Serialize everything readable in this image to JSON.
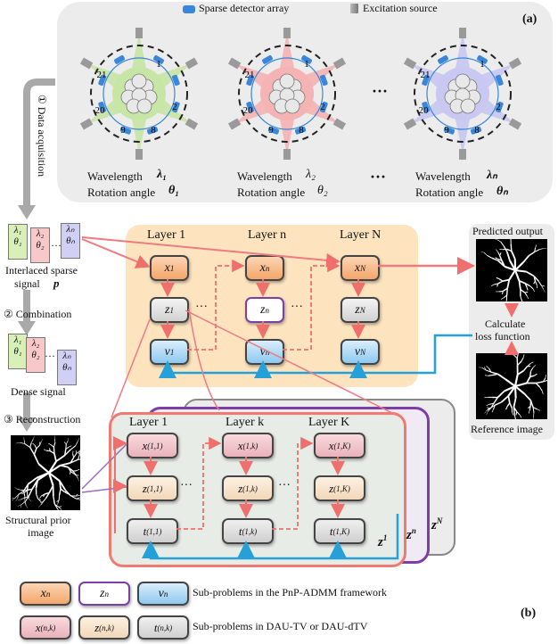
{
  "panel_a": {
    "label": "(a)",
    "legend_detector": "Sparse detector array",
    "legend_source": "Excitation source",
    "ellipsis": "···",
    "views": [
      {
        "wavelength_label": "Wavelength",
        "lambda": "λ₁",
        "rotation_label": "Rotation angle",
        "theta": "θ₁",
        "numbers": [
          "21",
          "1",
          "20",
          "2",
          "9",
          "8"
        ],
        "color": "#c7e6a6"
      },
      {
        "wavelength_label": "Wavelength",
        "lambda": "λ₂",
        "rotation_label": "Rotation angle",
        "theta": "θ₂",
        "numbers": [
          "21",
          "1",
          "20",
          "2",
          "9",
          "8"
        ],
        "color": "#f5b3b3"
      },
      {
        "wavelength_label": "Wavelength",
        "lambda": "λₙ",
        "rotation_label": "Rotation angle",
        "theta": "θₙ",
        "numbers": [
          "21",
          "1",
          "20",
          "2",
          "9",
          "8"
        ],
        "color": "#c8c8f2"
      }
    ]
  },
  "steps": {
    "data_acquisition": "① Data acquisition",
    "interlaced_line1": "Interlaced sparse",
    "interlaced_line2": "signal",
    "interlaced_var": "p",
    "combination": "② Combination",
    "dense_signal": "Dense signal",
    "reconstruction": "③ Reconstruction",
    "prior_line1": "Structural prior",
    "prior_line2": "image"
  },
  "signals": [
    {
      "l": "λ₁",
      "t": "θ₁",
      "color": "#d8f0b8"
    },
    {
      "l": "λ₂",
      "t": "θ₂",
      "color": "#f8c8c8"
    },
    {
      "l": "λₙ",
      "t": "θₙ",
      "color": "#d0d0f5"
    }
  ],
  "admm": {
    "layers": [
      "Layer 1",
      "Layer n",
      "Layer N"
    ],
    "x": [
      "x",
      "x",
      "x"
    ],
    "x_sup": [
      "1",
      "n",
      "N"
    ],
    "z": [
      "z",
      "z",
      "z"
    ],
    "z_sup": [
      "1",
      "n",
      "N"
    ],
    "v": [
      "v",
      "v",
      "v"
    ],
    "v_sup": [
      "1",
      "n",
      "N"
    ],
    "dots": "···"
  },
  "dau": {
    "layers": [
      "Layer 1",
      "Layer k",
      "Layer K"
    ],
    "x_sup": [
      "(1,1)",
      "(1,k)",
      "(1,K)"
    ],
    "z_sup": [
      "(1,1)",
      "(1,k)",
      "(1,K)"
    ],
    "t_sup": [
      "(1,1)",
      "(1,k)",
      "(1,K)"
    ],
    "stack_labels": {
      "z1": "1",
      "zn": "n",
      "zN": "N"
    },
    "dots": "···"
  },
  "right": {
    "predicted": "Predicted output",
    "calc_line1": "Calculate",
    "calc_line2": "loss function",
    "reference": "Reference image"
  },
  "legend": {
    "row1_text": "Sub-problems in the PnP-ADMM framework",
    "row2_text": "Sub-problems in DAU-TV or DAU-dTV",
    "row1": [
      {
        "v": "x",
        "s": "n"
      },
      {
        "v": "z",
        "s": "n"
      },
      {
        "v": "v",
        "s": "n"
      }
    ],
    "row2": [
      {
        "v": "x",
        "s": "(n,k)"
      },
      {
        "v": "z",
        "s": "(n,k)"
      },
      {
        "v": "t",
        "s": "(n,k)"
      }
    ],
    "panel_b": "(b)"
  }
}
